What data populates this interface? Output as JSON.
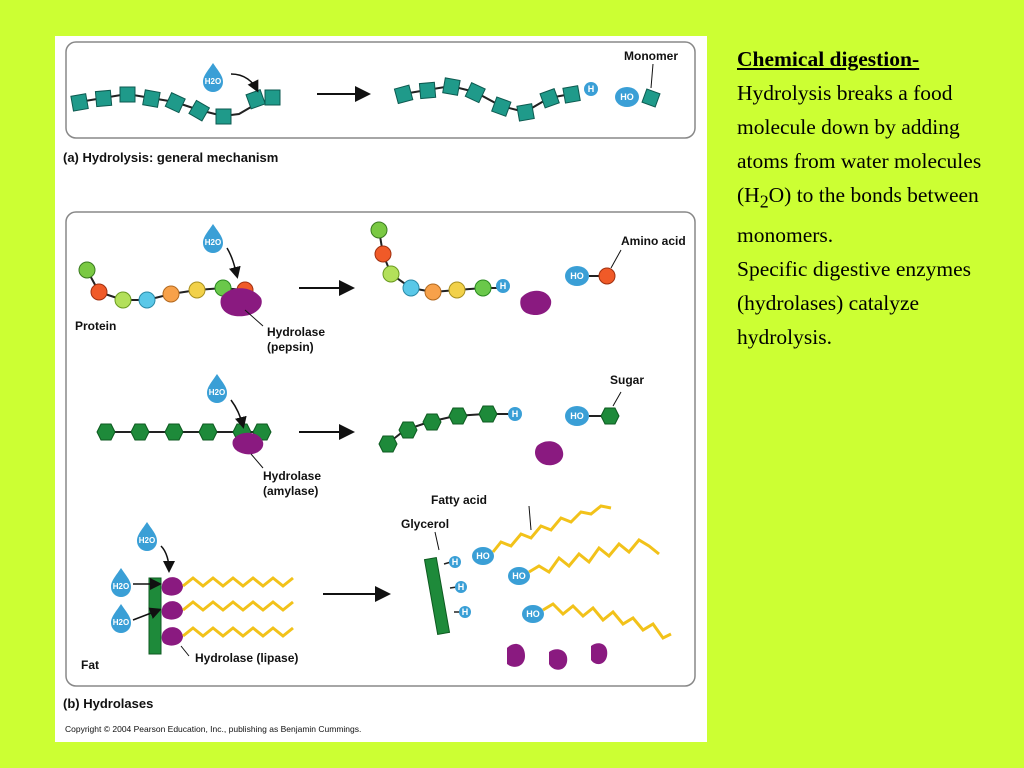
{
  "figure": {
    "panel_a": {
      "monomer_label": "Monomer",
      "water_label": "H2O",
      "caption": "(a) Hydrolysis: general mechanism"
    },
    "panel_b": {
      "protein_label": "Protein",
      "hydrolase_pepsin": [
        "Hydrolase",
        "(pepsin)"
      ],
      "amino_acid_label": "Amino acid",
      "sugar_label": "Sugar",
      "hydrolase_amylase": [
        "Hydrolase",
        "(amylase)"
      ],
      "fatty_acid_label": "Fatty acid",
      "glycerol_label": "Glycerol",
      "fat_label": "Fat",
      "hydrolase_lipase": "Hydrolase (lipase)",
      "caption": "(b) Hydrolases"
    },
    "h_label": "H",
    "ho_label": "HO",
    "copyright": "Copyright © 2004 Pearson Education, Inc., publishing as Benjamin Cummings."
  },
  "text_panel": {
    "heading": "Chemical digestion-",
    "line1": "Hydrolysis breaks a food molecule down by adding atoms from water molecules (H",
    "subscript": "2",
    "line1_end": "O) to the bonds between monomers.",
    "line2": "Specific digestive enzymes (hydrolases) catalyze hydrolysis."
  },
  "colors": {
    "background": "#ccff33",
    "teal": "#1f9a8a",
    "water_blue": "#3a9fd6",
    "enzyme_purple": "#8a1a80",
    "sugar_green": "#1e8a3a",
    "fatty_yellow": "#f2c21a"
  }
}
